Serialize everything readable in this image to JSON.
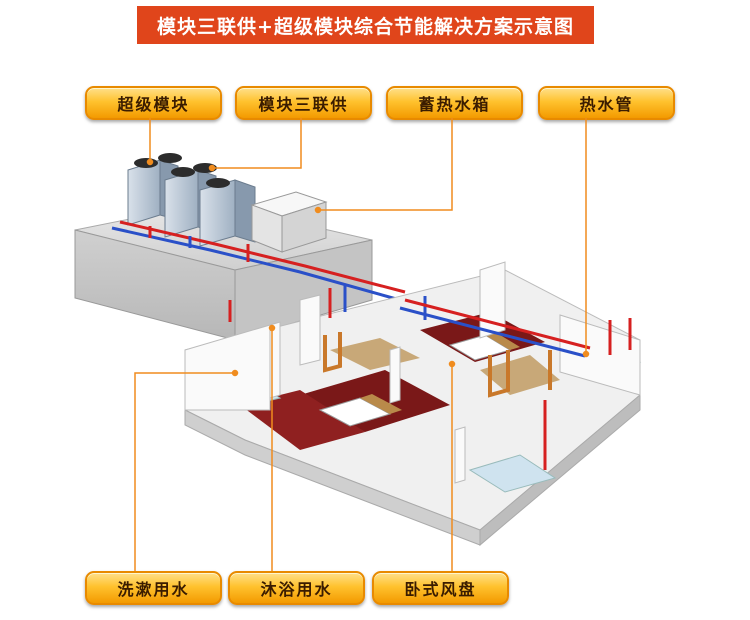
{
  "title": "模块三联供+超级模块综合节能解决方案示意图",
  "labels": {
    "super_module": "超级模块",
    "triple_supply": "模块三联供",
    "storage_tank": "蓄热水箱",
    "hot_water_pipe": "热水管",
    "washing_water": "洗漱用水",
    "bath_water": "沐浴用水",
    "fan_coil": "卧式风盘"
  },
  "colors": {
    "title_bg": "#e0451b",
    "leader_line": "#f08c1e",
    "hot_pipe": "#d62020",
    "cold_pipe": "#2a50c8",
    "floor": "#7a1818",
    "wall": "#f2f2f2"
  }
}
